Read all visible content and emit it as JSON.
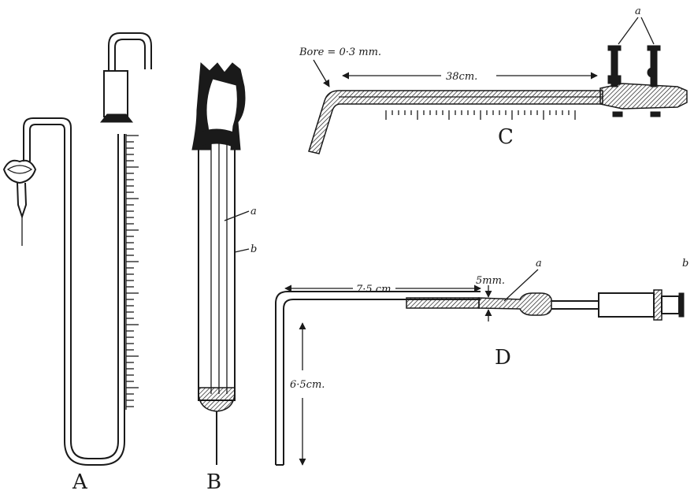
{
  "figures": {
    "A": {
      "label": "A"
    },
    "B": {
      "label": "B",
      "a": "a",
      "b": "b"
    },
    "C": {
      "label": "C",
      "a": "a",
      "bore": "Bore = 0·3 mm.",
      "length": "38cm."
    },
    "D": {
      "label": "D",
      "a": "a",
      "b": "b",
      "horizontal": "7·5 cm.",
      "vertical": "6·5cm.",
      "thickness": "5mm."
    }
  },
  "colors": {
    "ink": "#1a1a1a",
    "paper": "#ffffff"
  }
}
